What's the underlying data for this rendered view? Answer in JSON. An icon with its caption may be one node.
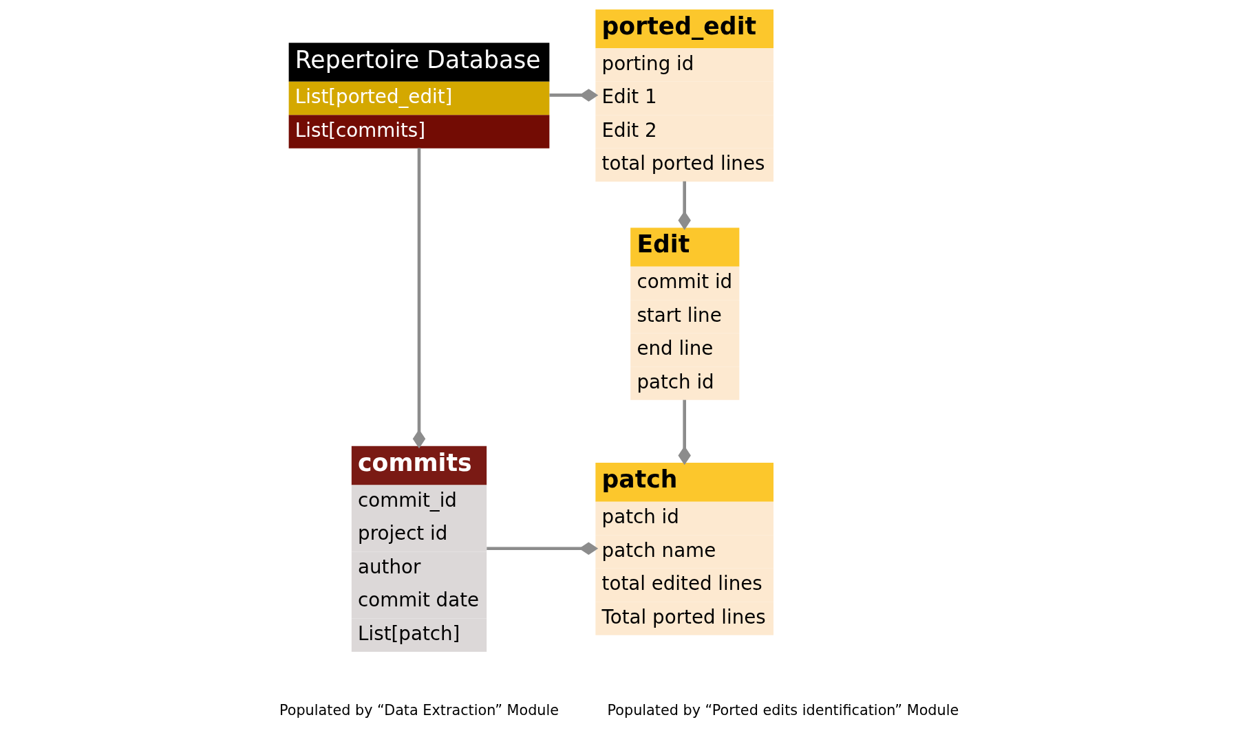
{
  "diagram": {
    "nodes": [
      {
        "text": [
          "Repertoire Database",
          "List[ported_edit]",
          "List[commits]"
        ]
      },
      {
        "text": [
          "ported_edit",
          "porting id",
          "Edit 1",
          "Edit 2",
          "total ported lines"
        ]
      },
      {
        "text": [
          "Edit",
          "commit id",
          "start line",
          "end line",
          "patch id"
        ]
      },
      {
        "text": [
          "commits",
          "commit_id",
          "project id",
          "author",
          "commit date",
          "List[patch]"
        ],
        "beside": [
          "Populated by “Data Extraction” Module"
        ]
      },
      {
        "text": [
          "patch",
          "patch id",
          "patch name",
          "total edited lines",
          "Total ported lines"
        ]
      }
    ],
    "edges": [
      {
        "from": 0,
        "to": 1,
        "arrow": "other"
      },
      {
        "from": 0,
        "to": 3,
        "arrow": "other"
      },
      {
        "from": 1,
        "to": 2,
        "arrow": "other"
      },
      {
        "from": 3,
        "to": 4,
        "arrow": "other"
      },
      {
        "from": 2,
        "to": 4,
        "arrow": "other"
      }
    ],
    "labels": [
      "Populated by “Ported edits identification” Module"
    ]
  }
}
